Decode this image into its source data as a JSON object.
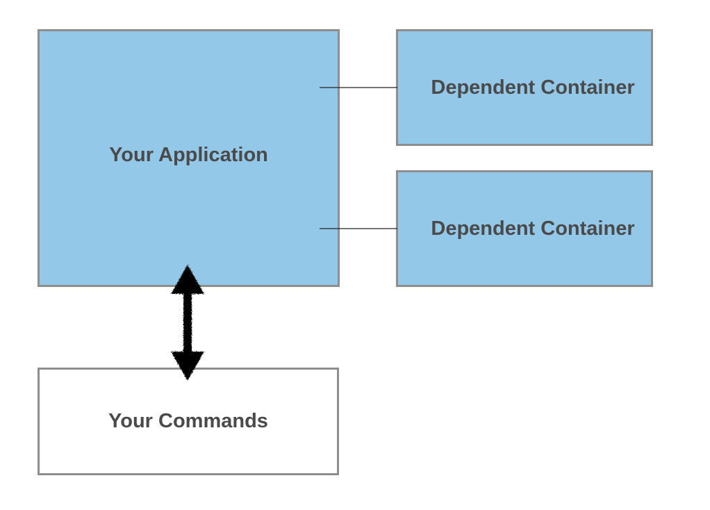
{
  "diagram": {
    "app_box": {
      "label": "Your Application",
      "fill": "#94c8e8"
    },
    "dependent_boxes": [
      {
        "label": "Dependent Container",
        "fill": "#94c8e8"
      },
      {
        "label": "Dependent Container",
        "fill": "#94c8e8"
      }
    ],
    "commands_box": {
      "label": "Your Commands",
      "fill": "#ffffff"
    },
    "colors": {
      "border": "#8e8e8e",
      "text": "#4a4a4a",
      "connector": "#222222",
      "arrow": "#000000"
    }
  }
}
